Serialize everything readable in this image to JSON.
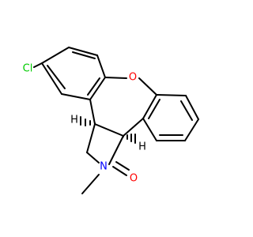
{
  "molecule": {
    "atoms": {
      "cl": {
        "label": "Cl",
        "color": "#00cc00"
      },
      "o_ether": {
        "label": "O",
        "color": "#ff0000"
      },
      "n": {
        "label": "N",
        "color": "#0000ff"
      },
      "o_carbonyl": {
        "label": "O",
        "color": "#ff0000"
      },
      "h_top": {
        "label": "H",
        "color": "#000000"
      },
      "h_bottom": {
        "label": "H",
        "color": "#000000"
      }
    },
    "bond_color": "#000000"
  }
}
